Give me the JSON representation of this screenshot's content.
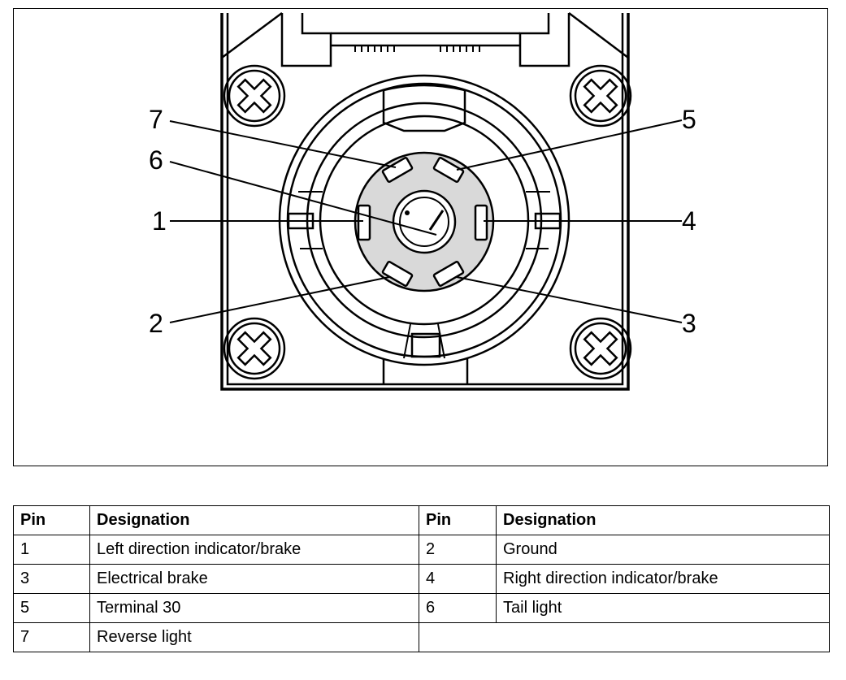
{
  "diagram": {
    "pin_callouts": [
      {
        "pin": "7"
      },
      {
        "pin": "6"
      },
      {
        "pin": "1"
      },
      {
        "pin": "2"
      },
      {
        "pin": "5"
      },
      {
        "pin": "4"
      },
      {
        "pin": "3"
      }
    ]
  },
  "table": {
    "headers": [
      "Pin",
      "Designation",
      "Pin",
      "Designation"
    ],
    "rows": [
      [
        "1",
        "Left direction indicator/brake",
        "2",
        "Ground"
      ],
      [
        "3",
        "Electrical brake",
        "4",
        "Right direction indicator/brake"
      ],
      [
        "5",
        "Terminal 30",
        "6",
        "Tail light"
      ],
      [
        "7",
        "Reverse light",
        "",
        ""
      ]
    ]
  },
  "colors": {
    "line": "#000000",
    "socket_face": "#d9d9d9",
    "background": "#ffffff"
  }
}
